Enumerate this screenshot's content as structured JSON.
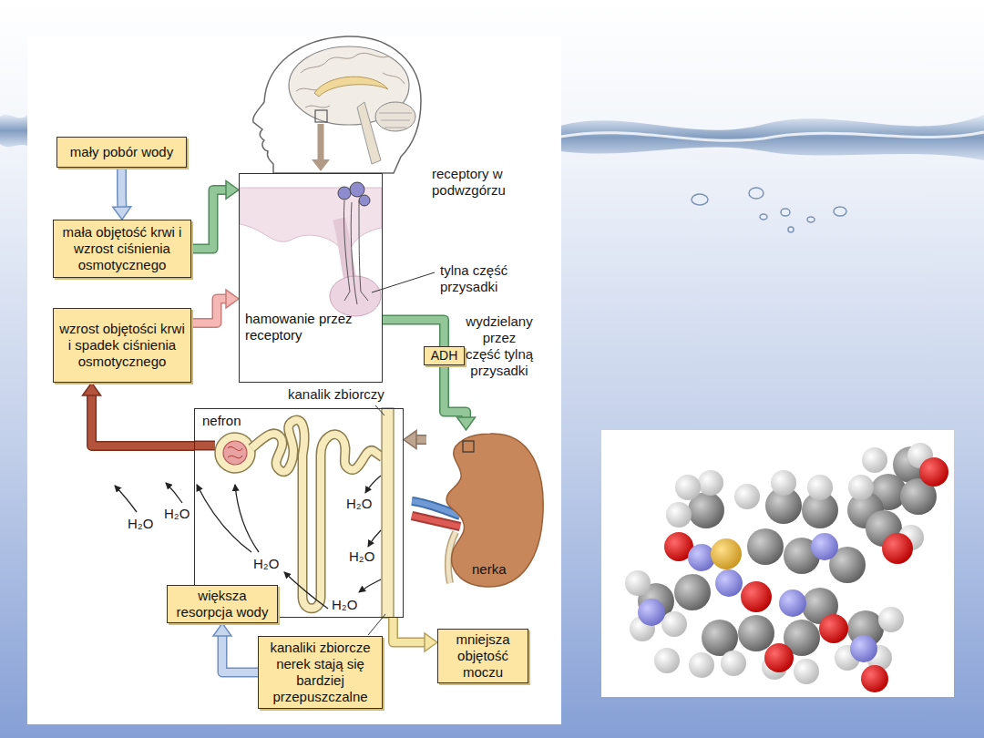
{
  "diagram": {
    "nodes": [
      {
        "text": [
          "mały pobór wody"
        ]
      },
      {
        "text": [
          "hamowanie przez receptory"
        ]
      },
      {
        "text": [
          "mała objętość krwi i wzrost ciśnienia osmotycznego"
        ]
      },
      {
        "text": [
          "wzrost objętości krwi i spadek ciśnienia osmotycznego"
        ]
      },
      {
        "text": [
          "ADH"
        ]
      },
      {
        "text": [
          "nefron"
        ]
      },
      {
        "text": [
          "nerka"
        ]
      },
      {
        "text": [
          "większa resorpcja wody"
        ]
      },
      {
        "text": [
          "kanaliki zbiorcze nerek stają się bardziej przepuszczalne"
        ]
      },
      {
        "text": [
          "mniejsza objętość moczu"
        ]
      }
    ],
    "edges": [
      {
        "from": 0,
        "to": 2,
        "arrow": "to"
      },
      {
        "from": 2,
        "to": 1,
        "arrow": "to"
      },
      {
        "from": 3,
        "to": 1,
        "arrow": "to"
      },
      {
        "from": 1,
        "to": 4,
        "arrow": "none"
      },
      {
        "from": 4,
        "to": 6,
        "arrow": "to"
      },
      {
        "from": 5,
        "to": 3,
        "arrow": "to"
      },
      {
        "from": 6,
        "to": 5,
        "arrow": "to"
      },
      {
        "from": 8,
        "to": 7,
        "arrow": "to"
      },
      {
        "from": 5,
        "to": 9,
        "arrow": "to"
      }
    ],
    "labels": [
      "receptory w podwzgórzu",
      "tylna część przysadki",
      "wydzielany przez część tylną przysadki",
      "kanalik zbiorczy",
      "H₂O",
      "H₂O",
      "H₂O",
      "H₂O",
      "H₂O",
      "H₂O"
    ]
  }
}
